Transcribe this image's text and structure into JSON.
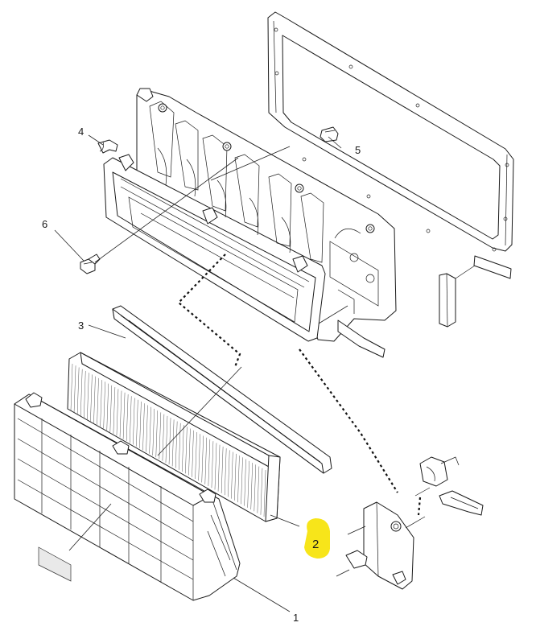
{
  "callouts": [
    {
      "id": "1",
      "label": "1"
    },
    {
      "id": "2",
      "label": "2"
    },
    {
      "id": "3",
      "label": "3"
    },
    {
      "id": "4",
      "label": "4"
    },
    {
      "id": "5",
      "label": "5"
    },
    {
      "id": "6",
      "label": "6"
    }
  ],
  "highlight_color": "#f7e51a"
}
